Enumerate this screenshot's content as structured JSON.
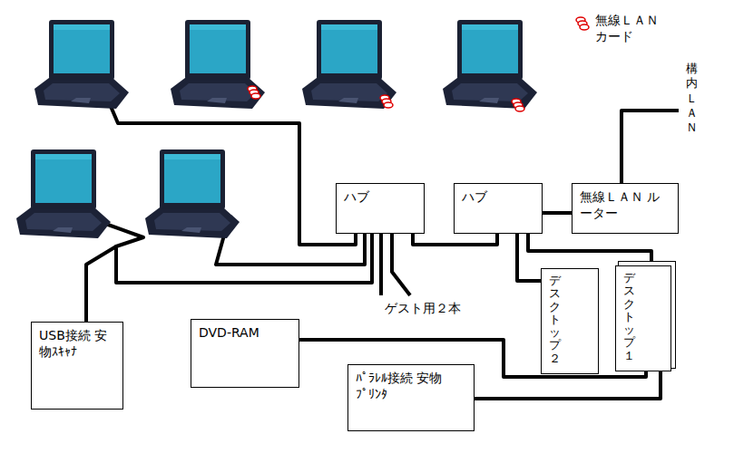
{
  "diagram": {
    "nodes": [
      {
        "text": [
          "ハブ"
        ]
      },
      {
        "text": [
          "ハブ"
        ]
      },
      {
        "text": [
          "無線ＬＡＮ ルーター"
        ]
      },
      {
        "text": [
          "デスクトップ２"
        ]
      },
      {
        "text": [
          "デスクトップ１"
        ]
      },
      {
        "text": [
          "USB接続 安物ｽｷｬﾅ"
        ]
      },
      {
        "text": [
          "DVD-RAM"
        ]
      },
      {
        "text": [
          "ﾊﾟﾗﾚﾙ接続 安物ﾌﾟﾘﾝﾀ"
        ]
      }
    ],
    "edges": [
      {
        "from": 0,
        "to": 1,
        "arrow": "none"
      },
      {
        "from": 1,
        "to": 2,
        "arrow": "none"
      },
      {
        "from": 1,
        "to": 3,
        "arrow": "none"
      },
      {
        "from": 1,
        "to": 4,
        "arrow": "none"
      },
      {
        "from": 6,
        "to": 4,
        "arrow": "none"
      },
      {
        "from": 7,
        "to": 4,
        "arrow": "none"
      }
    ],
    "labels": [
      "構内ＬＡＮ",
      "ゲスト用２本"
    ],
    "legend": [
      {
        "text": "無線ＬＡＮ カード"
      }
    ]
  }
}
